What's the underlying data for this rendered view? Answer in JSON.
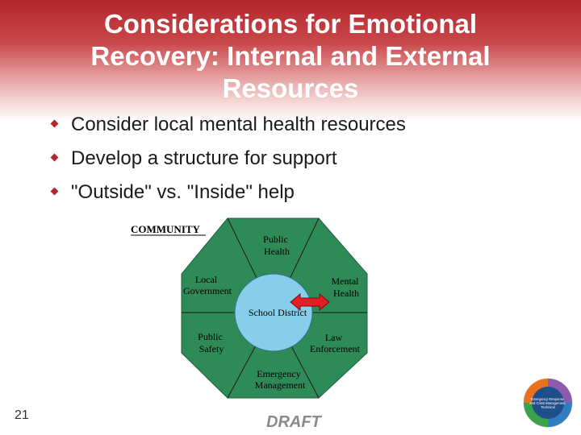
{
  "slide": {
    "title_lines": [
      "Considerations for Emotional",
      "Recovery: Internal and External",
      "Resources"
    ],
    "bullets": [
      "Consider local mental health resources",
      "Develop a structure for support",
      "\"Outside\" vs. \"Inside\" help"
    ],
    "slide_number": "21",
    "draft_label": "DRAFT"
  },
  "diagram": {
    "community_label": "COMMUNITY",
    "center_label": "School District",
    "segments": [
      {
        "lines": [
          "Public",
          "Health"
        ]
      },
      {
        "lines": [
          "Mental",
          "Health"
        ]
      },
      {
        "lines": [
          "Law",
          "Enforcement"
        ]
      },
      {
        "lines": [
          "Emergency",
          "Management"
        ]
      },
      {
        "lines": [
          "Public",
          "Safety"
        ]
      },
      {
        "lines": [
          "Local",
          "Government"
        ]
      }
    ],
    "colors": {
      "outer_fill": "#2e8b57",
      "inner_fill": "#87ceeb",
      "arrow": "#e31e24"
    }
  },
  "logo": {
    "text_lines": [
      "Emergency Response",
      "and Crisis Management",
      "Technical"
    ]
  },
  "colors": {
    "header": "#b3252b",
    "bullet": "#b3252b"
  }
}
